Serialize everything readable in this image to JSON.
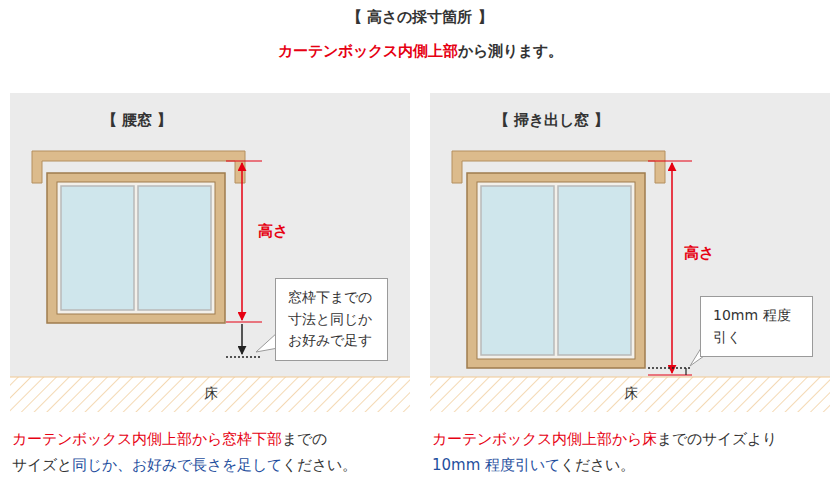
{
  "diagram": {
    "title": "【 高さの採寸箇所 】",
    "nodes": [
      {
        "text": [
          "【 腰窓 】"
        ]
      },
      {
        "text": [
          "窓枠下までの 寸法と同じか お好みで足す"
        ],
        "in": 0
      },
      {
        "text": [
          "【 掃き出し窓 】"
        ]
      },
      {
        "text": [
          "10mm 程度 引く"
        ],
        "in": 2
      }
    ],
    "labels": [
      "カーテンボックス内側上部",
      "から測ります。",
      "高さ",
      "床",
      "高さ",
      "床",
      "カーテンボックス内側上部から窓枠下部",
      "までの",
      "サイズと",
      "同じか、お好みで長さを足して",
      "ください。",
      "カーテンボックス内側上部から床",
      "までのサイズより",
      "10mm 程度引いて",
      "ください。"
    ]
  }
}
